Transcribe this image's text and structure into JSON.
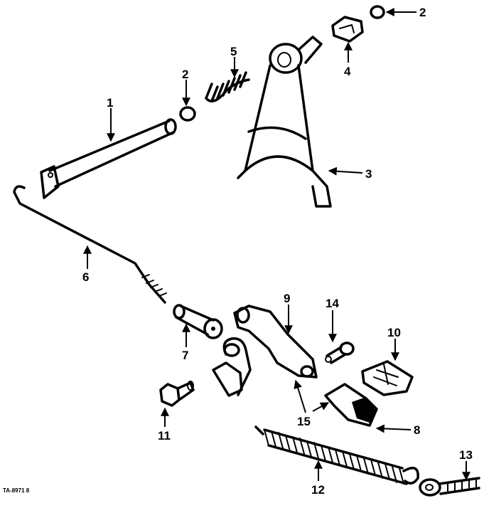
{
  "diagram": {
    "reference_code": "TA-8971 8",
    "callouts": [
      "1",
      "2",
      "3",
      "4",
      "5",
      "6",
      "7",
      "8",
      "9",
      "10",
      "11",
      "12",
      "13",
      "14",
      "15",
      "2"
    ]
  }
}
